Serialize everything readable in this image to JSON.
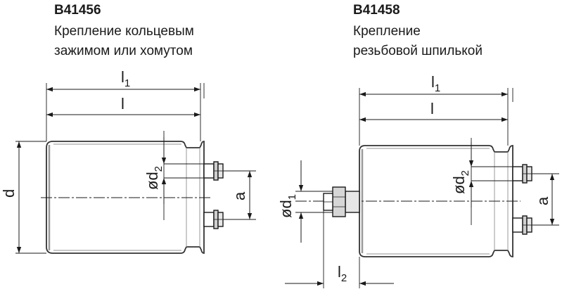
{
  "left": {
    "code": "B41456",
    "description_line1": "Крепление кольцевым",
    "description_line2": "зажимом или хомутом",
    "dims": {
      "l1": "l",
      "l1_sub": "1",
      "l": "l",
      "d2": "ød",
      "d2_sub": "2",
      "a": "a",
      "d": "d"
    }
  },
  "right": {
    "code": "B41458",
    "description_line1": "Крепление",
    "description_line2": "резьбовой шпилькой",
    "dims": {
      "l1": "l",
      "l1_sub": "1",
      "l": "l",
      "d2": "ød",
      "d2_sub": "2",
      "a": "a",
      "d1": "ød",
      "d1_sub": "1",
      "l2": "l",
      "l2_sub": "2"
    }
  },
  "colors": {
    "line": "#1a1a1a",
    "body_stroke": "#333333",
    "shade": "#9a9a9a",
    "background": "#ffffff"
  }
}
